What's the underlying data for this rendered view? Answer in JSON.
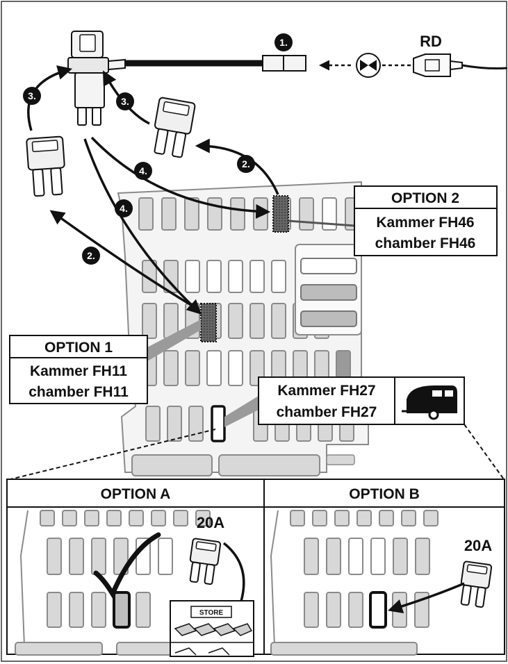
{
  "labels": {
    "rd": "RD",
    "step_1": "1.",
    "step_2": "2.",
    "step_3": "3.",
    "step_4": "4."
  },
  "option2": {
    "title": "OPTION 2",
    "line1": "Kammer FH46",
    "line2": "chamber FH46"
  },
  "option1": {
    "title": "OPTION 1",
    "line1": "Kammer FH11",
    "line2": "chamber FH11"
  },
  "fh27": {
    "line1": "Kammer FH27",
    "line2": "chamber FH27",
    "icon": "caravan-icon"
  },
  "panel_a": {
    "title": "OPTION A",
    "fuse_rating": "20A",
    "store_label": "STORE",
    "icons": [
      "check-icon",
      "store-shelf-icon"
    ]
  },
  "panel_b": {
    "title": "OPTION B",
    "fuse_rating": "20A"
  },
  "colors": {
    "line": "#111111",
    "slot_fill": "#d8d8d8",
    "slot_dark": "#9a9a9a",
    "board_stroke": "#8a8a8a"
  }
}
